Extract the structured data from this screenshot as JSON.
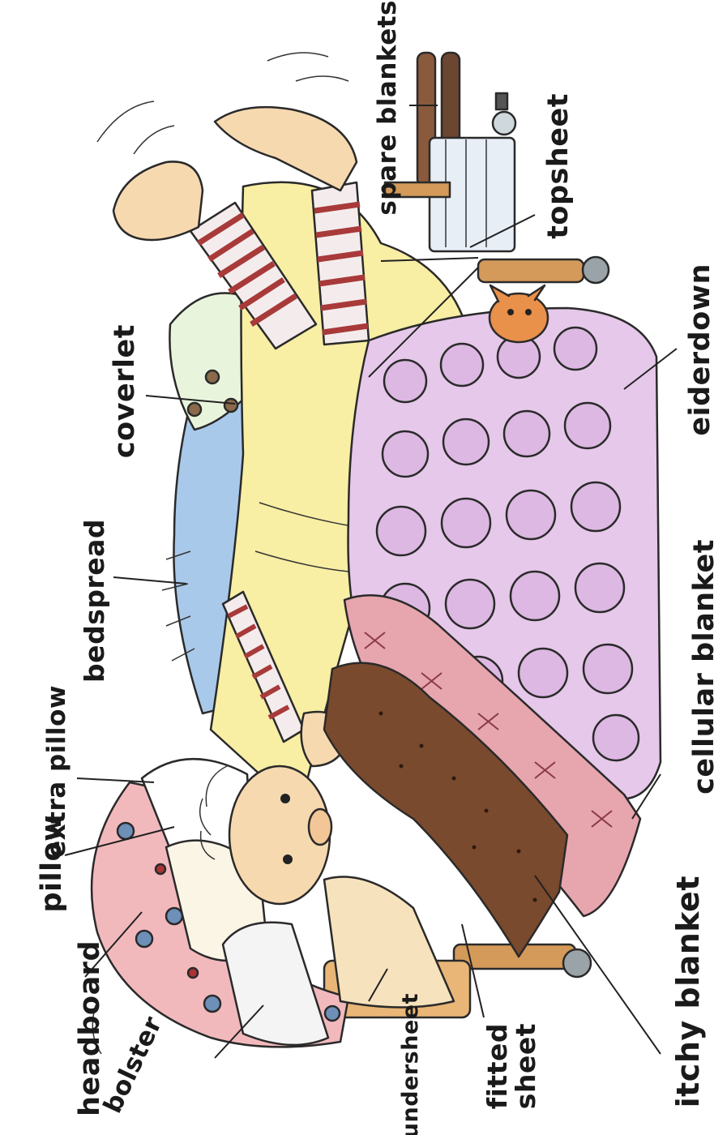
{
  "labels": {
    "spare_blankets": "spare blankets",
    "topsheet": "topsheet",
    "coverlet": "coverlet",
    "eiderdown": "eiderdown",
    "bedspread": "bedspread",
    "extra_pillow": "extra pillow",
    "cellular_blanket": "cellular blanket",
    "pillow": "pillow",
    "headboard": "headboard",
    "bolster": "bolster",
    "undersheet": "undersheet",
    "fitted_sheet_line1": "fitted",
    "fitted_sheet_line2": "sheet",
    "itchy_blanket": "itchy blanket"
  },
  "colors": {
    "eiderdown": "#e6c8ea",
    "eiderdown_shadow": "#c9a2d2",
    "headboard": "#f2b9bd",
    "itchy_blanket": "#7a4a2e",
    "cellular_blanket": "#e7a5ae",
    "coverlet": "#f8eea4",
    "bedspread": "#a9c9ea",
    "pyjama_stripe": "#a83a3a",
    "skin": "#f7d9b0",
    "wood": "#d39a5a"
  }
}
